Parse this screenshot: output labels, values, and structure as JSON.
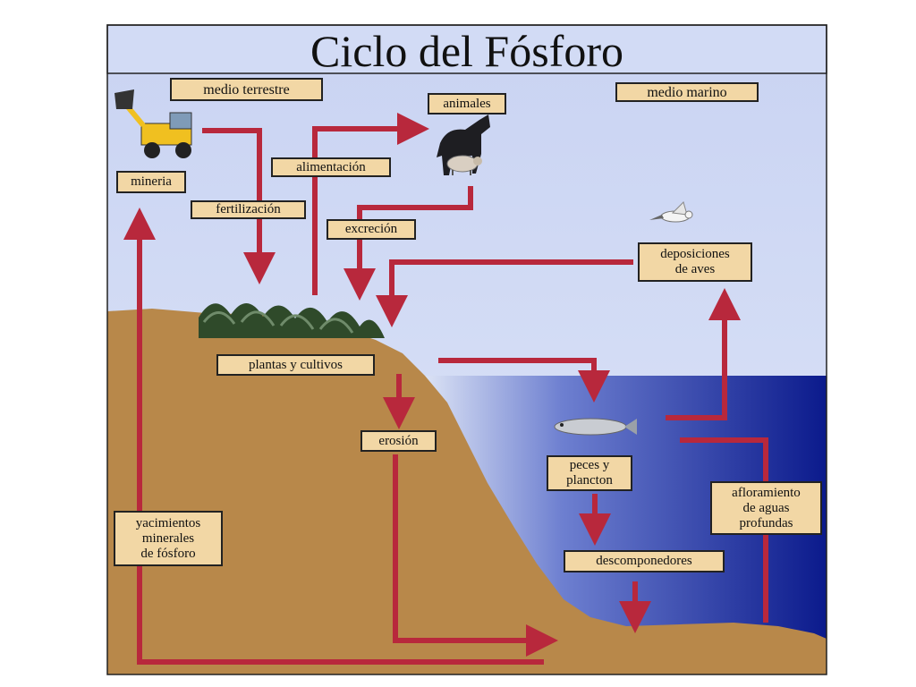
{
  "title": "Ciclo del Fósforo",
  "colors": {
    "sky": "#d9e3f7",
    "soil": "#b8884a",
    "sea_deep": "#0b1a8c",
    "arrow": "#b8283c",
    "label_bg": "#f2d7a5",
    "frame": "#222222"
  },
  "labels": {
    "medio_terrestre": "medio terrestre",
    "medio_marino": "medio marino",
    "animales": "animales",
    "mineria": "mineria",
    "alimentacion": "alimentación",
    "fertilizacion": "fertilización",
    "excrecion": "excreción",
    "deposiciones": "deposiciones\nde aves",
    "plantas": "plantas y cultivos",
    "erosion": "erosión",
    "peces": "peces y\nplancton",
    "afloramiento": "afloramiento\nde aguas\nprofundas",
    "yacimientos": "yacimientos\nminerales\nde fósforo",
    "descomponedores": "descomponedores"
  },
  "icons": {
    "excavator": "excavator-icon",
    "horse": "horse-icon",
    "sheep": "sheep-icon",
    "seagull": "seagull-icon",
    "fish": "fish-icon",
    "plants": "plants-icon"
  }
}
